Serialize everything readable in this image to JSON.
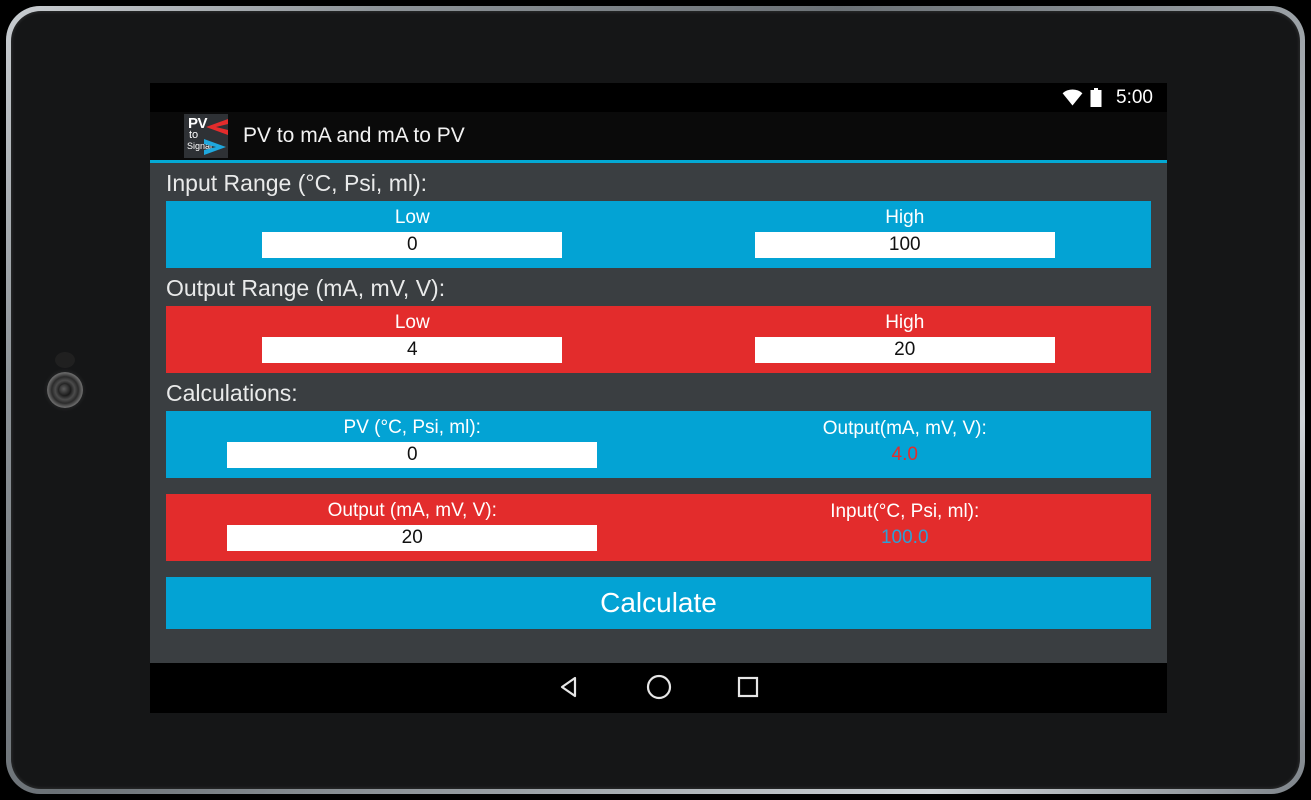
{
  "device": {
    "camera_icon": "camera-lens",
    "sensor_icon": "proximity-sensor"
  },
  "status_bar": {
    "wifi_icon": "wifi-icon",
    "battery_icon": "battery-full-icon",
    "clock": "5:00"
  },
  "action_bar": {
    "app_icon": {
      "name": "app-logo-icon",
      "line1": "PV",
      "line2": "to",
      "line3": "Signal",
      "arrow_red_color": "#e32c2c",
      "arrow_blue_color": "#03a3d4"
    },
    "title": "PV to mA and mA to PV"
  },
  "theme": {
    "accent_blue": "#03a3d4",
    "accent_red": "#e32c2c",
    "panel_bg": "#3a3e41",
    "screen_bg": "#000000"
  },
  "sections": {
    "input_range": {
      "label": "Input Range (°C, Psi, ml):",
      "color": "#03a3d4",
      "low": {
        "label": "Low",
        "value": "0"
      },
      "high": {
        "label": "High",
        "value": "100"
      }
    },
    "output_range": {
      "label": "Output Range (mA, mV, V):",
      "color": "#e32c2c",
      "low": {
        "label": "Low",
        "value": "4"
      },
      "high": {
        "label": "High",
        "value": "20"
      }
    },
    "calculations": {
      "label": "Calculations:",
      "row_pv_to_output": {
        "color": "#03a3d4",
        "input_label": "PV (°C, Psi, ml):",
        "input_value": "0",
        "result_label": "Output(mA, mV, V):",
        "result_value": "4.0",
        "result_color": "#e32c2c"
      },
      "row_output_to_input": {
        "color": "#e32c2c",
        "input_label": "Output (mA, mV, V):",
        "input_value": "20",
        "result_label": "Input(°C, Psi, ml):",
        "result_value": "100.0",
        "result_color": "#2f9fd4"
      }
    }
  },
  "calculate_button": {
    "label": "Calculate"
  },
  "nav_bar": {
    "back_icon": "back-triangle-icon",
    "home_icon": "home-circle-icon",
    "recents_icon": "recents-square-icon"
  }
}
